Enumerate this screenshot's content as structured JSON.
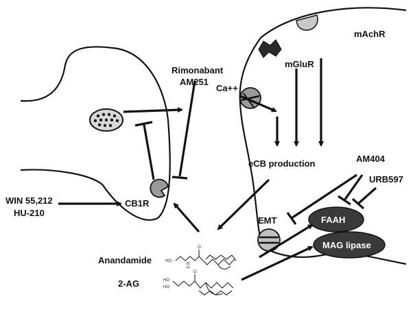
{
  "labels": {
    "rimonabant": "Rimonabant",
    "am251": "AM251",
    "machr": "mAchR",
    "mglur": "mGluR",
    "calcium": "Ca++",
    "ecb_production": "eCB production",
    "am404": "AM404",
    "urb597": "URB597",
    "win": "WIN 55,212",
    "hu": "HU-210",
    "cb1r": "CB1R",
    "emt": "EMT",
    "faah": "FAAH",
    "mag_lipase": "MAG lipase",
    "anandamide": "Anandamide",
    "two_ag": "2-AG"
  },
  "chem_letters": {
    "o": "O",
    "n": "N",
    "h": "H",
    "ho": "HO"
  },
  "colors": {
    "ink": "#111111",
    "enzyme_fill": "#3a3a3a",
    "receptor_fill": "#9a9a9a",
    "vesicle_fill": "#d8d8d8",
    "background": "#ffffff"
  }
}
